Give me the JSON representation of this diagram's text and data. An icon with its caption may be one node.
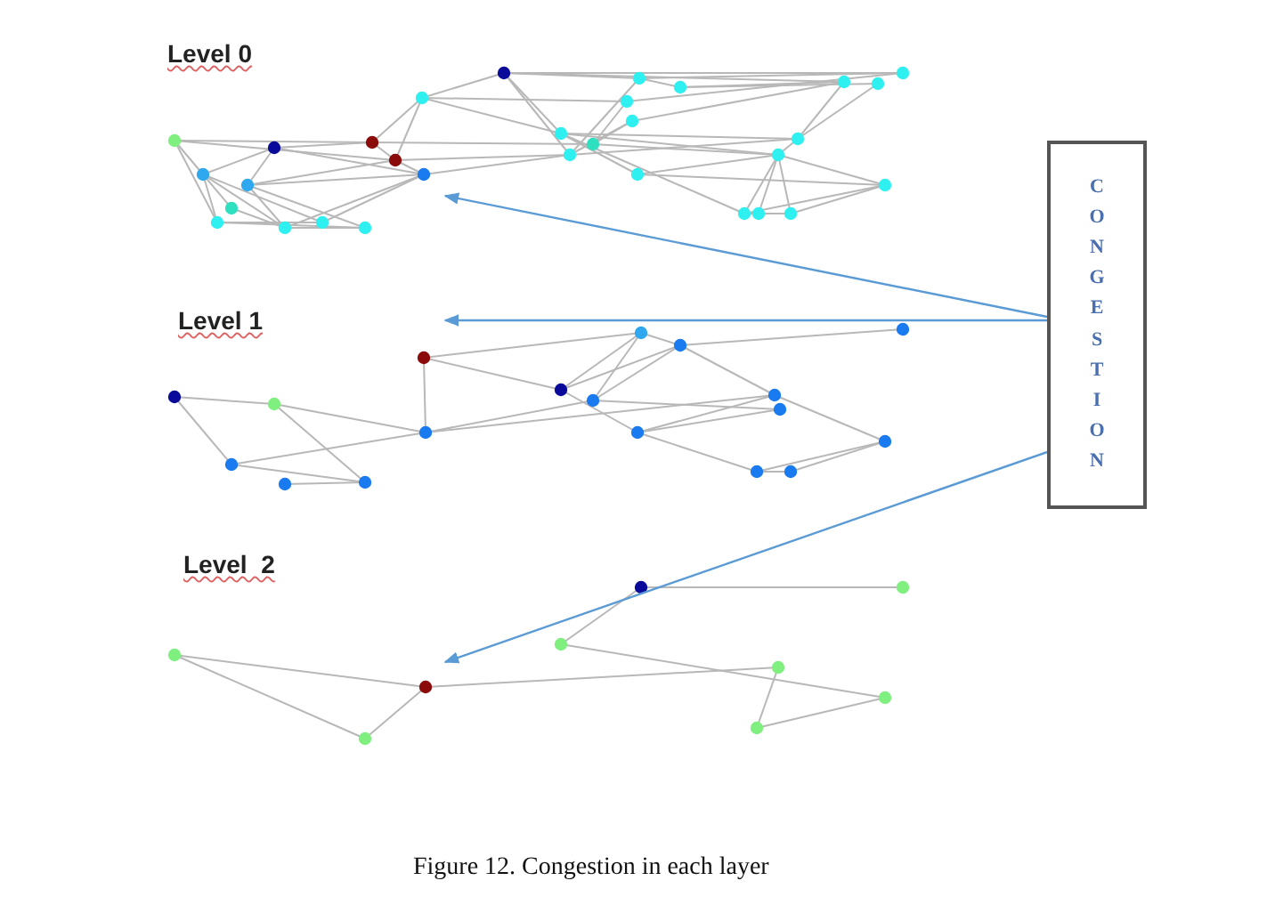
{
  "diagram": {
    "caption": "Figure 12. Congestion in each layer",
    "nodes": [
      {
        "text": [],
        "shape": "picture",
        "beside": [
          "Level 0"
        ]
      },
      {
        "text": [
          "CONGESTION"
        ]
      },
      {
        "text": [],
        "shape": "picture",
        "beside": [
          "Level 1"
        ]
      },
      {
        "text": [],
        "shape": "picture",
        "beside": [
          "Level  2"
        ]
      }
    ],
    "edges": [
      {
        "from": 1,
        "to": 0,
        "arrow": "to"
      },
      {
        "from": 1,
        "to": 2,
        "arrow": "to"
      },
      {
        "from": 1,
        "to": 3,
        "arrow": "to"
      }
    ]
  }
}
